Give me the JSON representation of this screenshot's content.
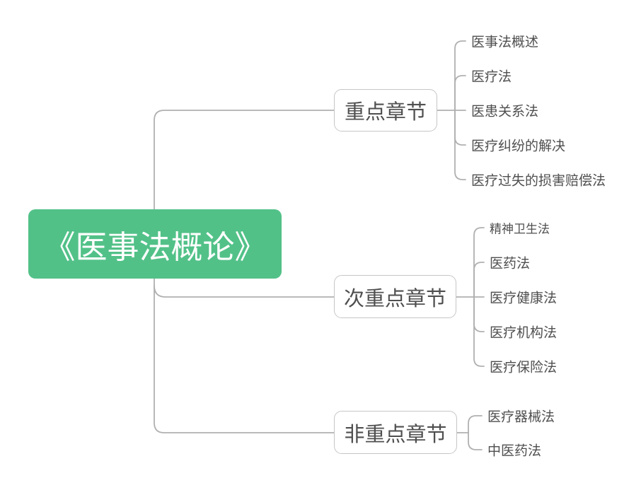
{
  "root": {
    "label": "《医事法概论》"
  },
  "branches": [
    {
      "label": "重点章节",
      "children": [
        "医事法概述",
        "医疗法",
        "医患关系法",
        "医疗纠纷的解决",
        "医疗过失的损害赔偿法"
      ]
    },
    {
      "label": "次重点章节",
      "children": [
        "精神卫生法",
        "医药法",
        "医疗健康法",
        "医疗机构法",
        "医疗保险法"
      ]
    },
    {
      "label": "非重点章节",
      "children": [
        "医疗器械法",
        "中医药法"
      ]
    }
  ],
  "colors": {
    "background": "#ffffff",
    "root_bg": "#52c188",
    "root_text": "#ffffff",
    "branch_border": "#c6c6c6",
    "branch_text": "#4f4f4f",
    "leaf_text": "#4f4f4f",
    "line": "#b0b0b0"
  }
}
